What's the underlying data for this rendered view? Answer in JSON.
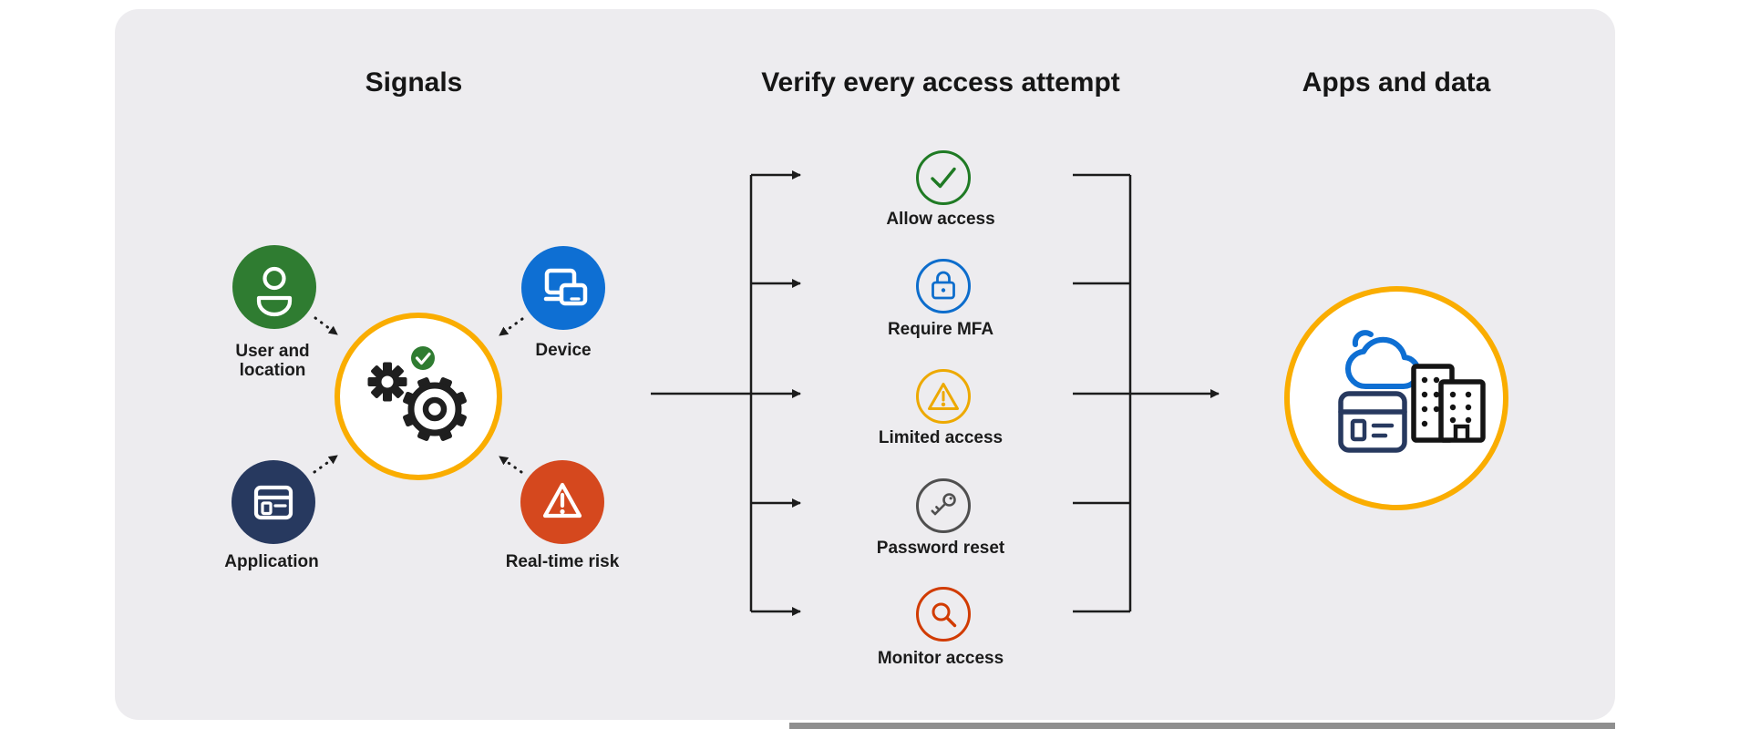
{
  "headings": {
    "signals": "Signals",
    "verify": "Verify every access attempt",
    "apps": "Apps and data"
  },
  "signals": {
    "nodes": [
      {
        "id": "user-location",
        "label": "User and location",
        "color": "#2F7C31",
        "icon": "person-icon"
      },
      {
        "id": "device",
        "label": "Device",
        "color": "#0E6FD3",
        "icon": "devices-icon"
      },
      {
        "id": "application",
        "label": "Application",
        "color": "#27395F",
        "icon": "app-window-icon"
      },
      {
        "id": "real-time-risk",
        "label": "Real-time risk",
        "color": "#D5481E",
        "icon": "warning-triangle-icon"
      }
    ],
    "hub": {
      "icon": "gears-icon",
      "badge_icon": "check-badge-icon",
      "ring_color": "#FAAD00",
      "badge_color": "#2F7C31"
    }
  },
  "outcomes": [
    {
      "label": "Allow access",
      "color": "#1F7A24",
      "icon": "check-icon"
    },
    {
      "label": "Require MFA",
      "color": "#0D6DCC",
      "icon": "lock-icon"
    },
    {
      "label": "Limited access",
      "color": "#EDA900",
      "icon": "warning-triangle-icon"
    },
    {
      "label": "Password reset",
      "color": "#4F4F4F",
      "icon": "key-icon"
    },
    {
      "label": "Monitor access",
      "color": "#D13B01",
      "icon": "magnifier-icon"
    }
  ],
  "apps_and_data": {
    "ring_color": "#FAAD00",
    "icons": [
      "cloud-icon",
      "app-window-icon",
      "buildings-icon"
    ],
    "cloud_color": "#0E6FD3",
    "window_color": "#27395F",
    "buildings_color": "#141414"
  },
  "connector_color": "#1c1c1c",
  "card_background": "#EDECEF"
}
